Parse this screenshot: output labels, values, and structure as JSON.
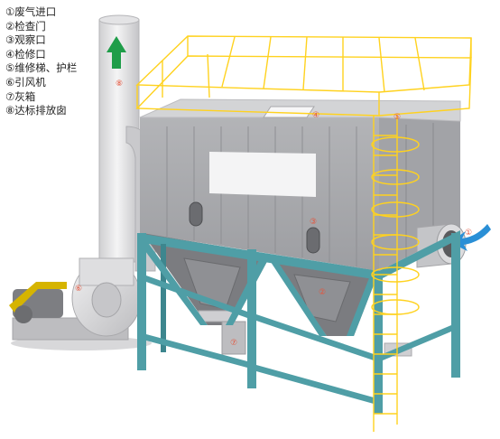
{
  "legend": [
    "①废气进口",
    "②检查门",
    "③观察口",
    "④检修口",
    "⑤维修梯、护栏",
    "⑥引风机",
    "⑦灰箱",
    "⑧达标排放囱"
  ],
  "markers": {
    "m1": "①",
    "m2": "②",
    "m3": "③",
    "m4": "④",
    "m5": "⑤",
    "m6": "⑥",
    "m7": "⑦",
    "m8": "⑧"
  },
  "colors": {
    "frame": "#4f9ea6",
    "frame_dark": "#3d868e",
    "body": "#a9aaae",
    "body_dark": "#8d8e92",
    "roof": "#d2d3d5",
    "ladder": "#ffd21f",
    "marker": "#e4553d",
    "arrow_green": "#1f9d49",
    "arrow_blue": "#2a8fd6",
    "fan_belt": "#d6b400"
  }
}
